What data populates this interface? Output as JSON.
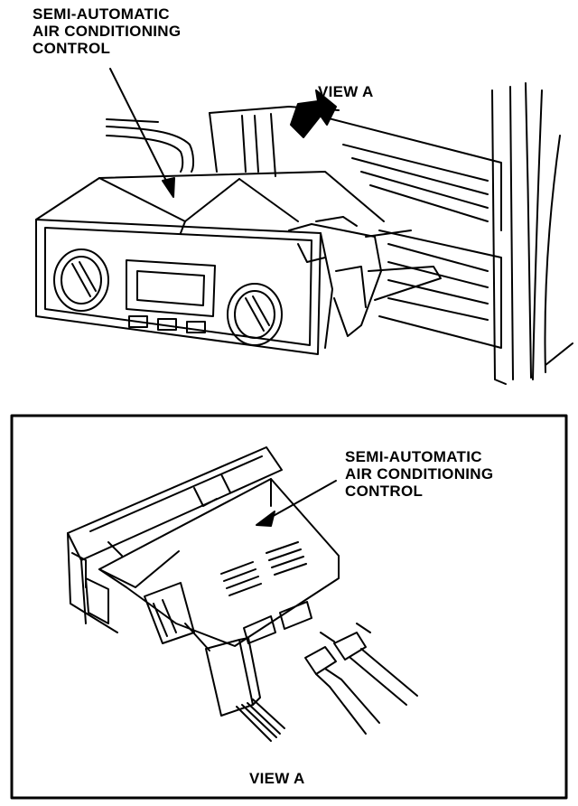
{
  "top_callout": {
    "line1": "SEMI-AUTOMATIC",
    "line2": "AIR CONDITIONING",
    "line3": "CONTROL"
  },
  "view_marker_label": "VIEW A",
  "inset": {
    "callout": {
      "line1": "SEMI-AUTOMATIC",
      "line2": "AIR CONDITIONING",
      "line3": "CONTROL"
    },
    "caption": "VIEW A"
  }
}
